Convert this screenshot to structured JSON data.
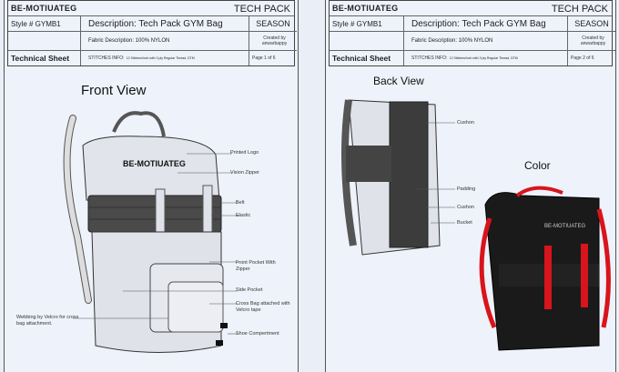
{
  "pages": [
    {
      "brand": "BE-MOTIUATEG",
      "tech_pack": "TECH PACK",
      "style": "Style # GYMB1",
      "description": "Description: Tech Pack GYM Bag",
      "season": "SEASON",
      "fabric": "Fabric Description: 100% NYLON",
      "created_by": "Created by anwarbappy",
      "technical_sheet": "Technical Sheet",
      "stitches_label": "STITCHES INFO:",
      "stitches_detail": "12 Stitches/inch with 3 ply Regular Thread, DTM",
      "page": "Page 1 of 6"
    },
    {
      "brand": "BE-MOTIUATEG",
      "tech_pack": "TECH PACK",
      "style": "Style # GYMB1",
      "description": "Description: Tech Pack GYM Bag",
      "season": "SEASON",
      "fabric": "Fabric Description: 100% NYLON",
      "created_by": "Created by anwarbappy",
      "technical_sheet": "Technical Sheet",
      "stitches_label": "STITCHES INFO:",
      "stitches_detail": "12 Stitches/inch with 3 ply Regular Thread, DTM",
      "page": "Page 2 of 6"
    }
  ],
  "front": {
    "title": "Front View",
    "logo_text": "BE-MOTIUATEG",
    "labels": [
      "Printed Logo",
      "Vision Zipper",
      "Belt",
      "Elastic",
      "Front Pocket With Zipper",
      "Side Pocket",
      "Cross Bag attached with Velcro tape",
      "Shoe Compertment",
      "Webbing by Velcro for cross bag attachment."
    ]
  },
  "back": {
    "title": "Back View",
    "labels": [
      "Cushon",
      "Padding",
      "Cushon",
      "Bucket"
    ]
  },
  "color": {
    "title": "Color",
    "logo_text": "BE-MOTIUATEG",
    "colors": {
      "body": "#1a1a1a",
      "accent": "#d8141c"
    }
  }
}
